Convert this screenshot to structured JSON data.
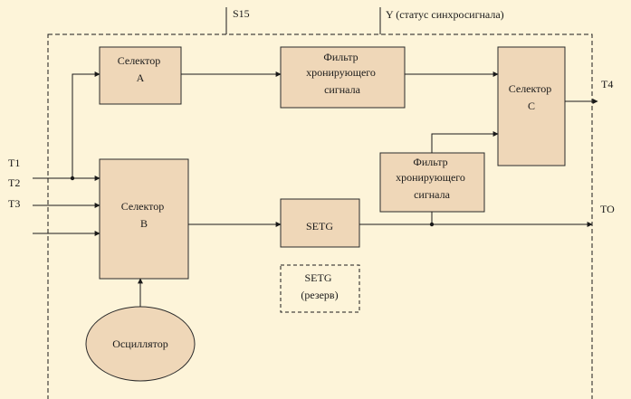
{
  "labels": {
    "s15": "S15",
    "y_status": "Y (статус синхросигнала)",
    "t1": "T1",
    "t2": "T2",
    "t3": "T3",
    "t4": "T4",
    "to": "TO"
  },
  "blocks": {
    "selector_a": [
      "Селектор",
      "A"
    ],
    "filter_top": [
      "Фильтр",
      "хронирующего",
      "сигнала"
    ],
    "selector_c": [
      "Селектор",
      "C"
    ],
    "filter_mid": [
      "Фильтр",
      "хронирующего",
      "сигнала"
    ],
    "selector_b": [
      "Селектор",
      "B"
    ],
    "setg": [
      "SETG"
    ],
    "setg_reserve": [
      "SETG",
      "(резерв)"
    ],
    "oscillator": [
      "Осциллятор"
    ]
  }
}
